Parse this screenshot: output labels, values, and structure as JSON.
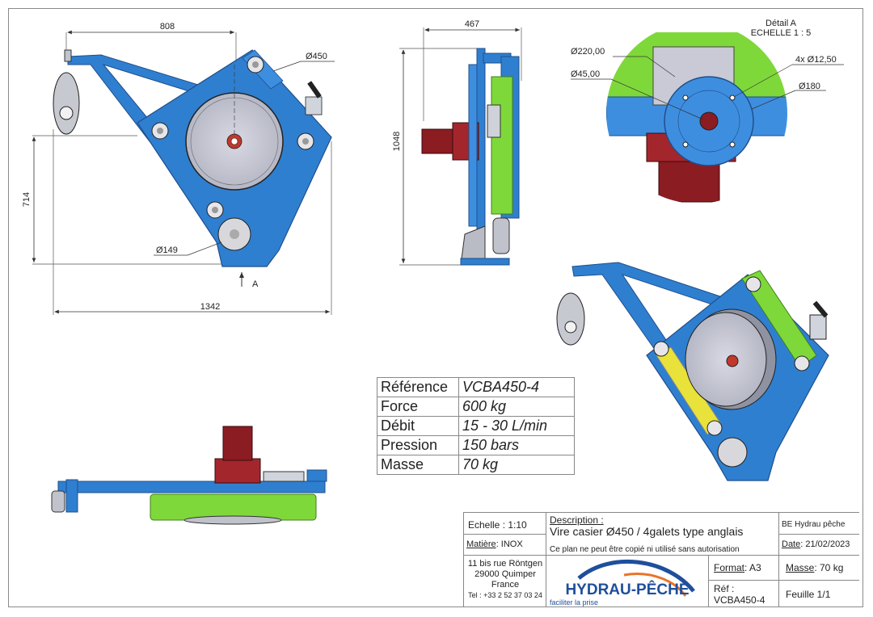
{
  "dimensions": {
    "front_width": "808",
    "front_height": "714",
    "front_total_width": "1342",
    "drum_dia": "Ø450",
    "roller_dia": "Ø149",
    "side_width": "467",
    "side_height": "1048",
    "view_marker": "A",
    "detail_title": "Détail A",
    "detail_scale": "ECHELLE 1 : 5",
    "d220": "Ø220,00",
    "d45": "Ø45,00",
    "holes": "4x Ø12,50",
    "d180": "Ø180"
  },
  "specs": [
    {
      "label": "Référence",
      "value": "VCBA450-4"
    },
    {
      "label": "Force",
      "value": "600 kg"
    },
    {
      "label": "Débit",
      "value": "15 - 30 L/min"
    },
    {
      "label": "Pression",
      "value": "150 bars"
    },
    {
      "label": "Masse",
      "value": "70 kg"
    }
  ],
  "title_block": {
    "echelle": "Echelle : 1:10",
    "matiere_label": "Matière",
    "matiere_value": ": INOX",
    "description_label": "Description :",
    "description": "Vire casier Ø450 / 4galets type anglais",
    "notice": "Ce plan ne peut être copié ni utilisé sans autorisation",
    "company": "BE Hydrau pêche",
    "date_label": "Date",
    "date_value": ": 21/02/2023",
    "address_1": "11 bis rue Röntgen",
    "address_2": "29000 Quimper",
    "address_3": "France",
    "phone": "Tel : +33 2 52 37 03 24",
    "format_label": "Format",
    "format_value": ": A3",
    "masse_label": "Masse",
    "masse_value": ": 70 kg",
    "ref_label": "Réf :",
    "ref_value": "VCBA450-4",
    "feuille": "Feuille 1/1",
    "logo_name": "HYDRAU-PÊCHE",
    "logo_tagline": "faciliter la prise"
  },
  "colors": {
    "blue": "#2f7fd0",
    "blue_dark": "#1f5fa8",
    "green": "#7fd83a",
    "drum": "#c9cad6",
    "motor": "#8a1c22",
    "yellow": "#e8e23a",
    "logo_blue": "#1f4f9c",
    "logo_orange": "#e8742a"
  }
}
